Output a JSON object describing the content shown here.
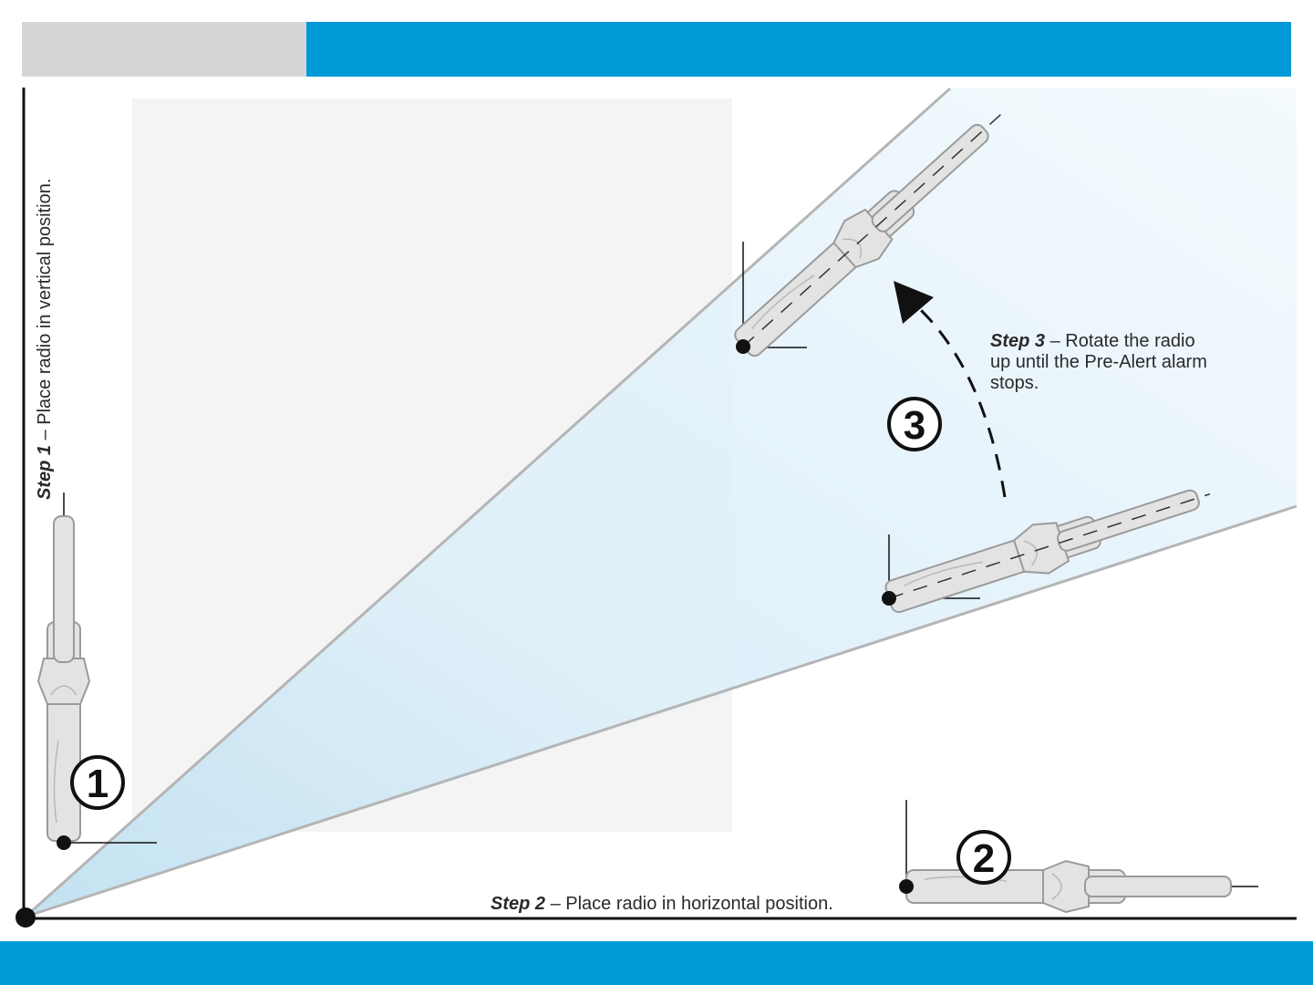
{
  "colors": {
    "header_gray": "#d6d6d6",
    "accent_blue": "#009ad9",
    "wedge_blue": "#cfe8f6",
    "radio_fill": "#e3e3e3"
  },
  "steps": {
    "step1": {
      "label": "Step 1",
      "text": " – Place radio in vertical position.",
      "number": "1"
    },
    "step2": {
      "label": "Step 2",
      "text": " – Place radio in horizontal position.",
      "number": "2"
    },
    "step3": {
      "label": "Step 3",
      "line1": " – Rotate the radio",
      "line2": "up until the Pre-Alert alarm",
      "line3": "stops.",
      "number": "3"
    }
  }
}
